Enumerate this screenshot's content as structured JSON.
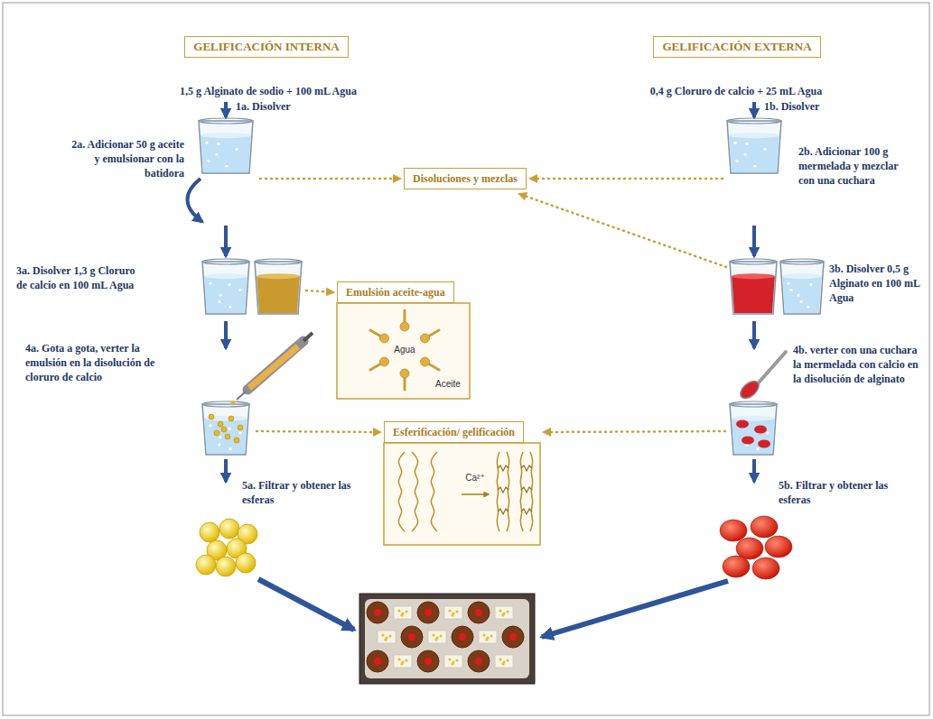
{
  "diagram": {
    "nodes": [
      {
        "text": [
          "GELIFICACIÓN INTERNA"
        ]
      },
      {
        "text": [
          "GELIFICACIÓN EXTERNA"
        ]
      },
      {
        "text": [
          "Disoluciones y mezclas"
        ]
      },
      {
        "text": [
          "Emulsión aceite-agua"
        ]
      },
      {
        "text": [
          "Esferificación/ gelificación"
        ]
      }
    ],
    "labels": [
      "1,5 g Alginato de sodio + 100 mL Agua",
      "1a. Disolver",
      "2a. Adicionar 50 g aceite y emulsionar con la batidora",
      "3a. Disolver 1,3 g Cloruro de calcio en 100 mL Agua",
      "4a. Gota a gota, verter la emulsión en la disolución de cloruro de calcio",
      "5a. Filtrar y obtener las esferas",
      "0,4 g Cloruro de calcio + 25 mL Agua",
      "1b. Disolver",
      "2b. Adicionar 100 g mermelada y mezclar con una cuchara",
      "3b. Disolver 0,5 g Alginato en 100 mL Agua",
      "4b. verter con una cuchara la mermelada con calcio en la disolución de alginato",
      "5b. Filtrar y obtener las esferas",
      "Agua",
      "Aceite",
      "Ca²⁺"
    ]
  }
}
